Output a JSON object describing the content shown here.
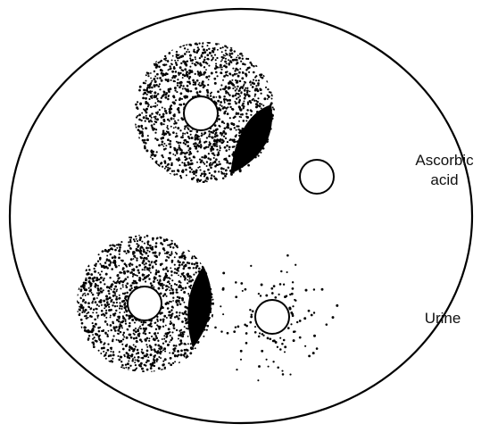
{
  "figure": {
    "labels": {
      "ascorbic_line1": "Ascorbic",
      "ascorbic_line2": "acid",
      "urine": "Urine"
    },
    "colors": {
      "ink": "#000000",
      "background": "#ffffff"
    }
  }
}
